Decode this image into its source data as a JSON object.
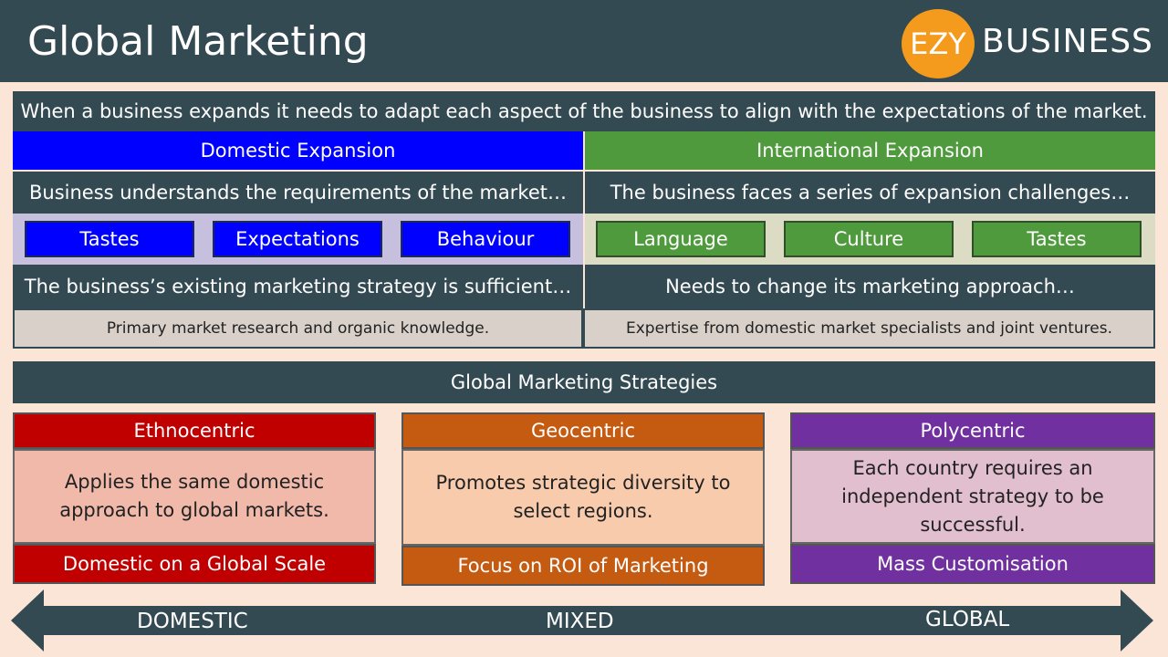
{
  "header": {
    "title": "Global Marketing",
    "logo_badge": "EZY",
    "logo_text": "BUSINESS"
  },
  "intro": "When a business expands it needs to adapt each aspect of the business to align with the expectations of the market.",
  "domestic": {
    "heading": "Domestic Expansion",
    "subtitle": "Business understands the requirements of the market…",
    "chips": [
      "Tastes",
      "Expectations",
      "Behaviour"
    ],
    "strategy": "The business’s existing marketing strategy is sufficient…",
    "research": "Primary market research and organic knowledge."
  },
  "international": {
    "heading": "International Expansion",
    "subtitle": "The business faces a series of expansion challenges…",
    "chips": [
      "Language",
      "Culture",
      "Tastes"
    ],
    "strategy": "Needs to change its marketing approach…",
    "research": "Expertise from domestic market specialists and joint ventures."
  },
  "strategies_title": "Global Marketing Strategies",
  "strategies": [
    {
      "name": "Ethnocentric",
      "description": "Applies the same domestic approach to global markets.",
      "footer": "Domestic on a Global Scale"
    },
    {
      "name": "Geocentric",
      "description": "Promotes strategic diversity to select regions.",
      "footer": "Focus on ROI of Marketing"
    },
    {
      "name": "Polycentric",
      "description": "Each country requires an independent strategy to be successful.",
      "footer": "Mass Customisation"
    }
  ],
  "scale": {
    "left": "DOMESTIC",
    "middle": "MIXED",
    "right": "GLOBAL"
  },
  "colors": {
    "dark_slate": "#344a53",
    "domestic_blue": "#0000ff",
    "international_green": "#4e9a3d",
    "logo_orange": "#f49a1c",
    "ethnocentric_red": "#c00000",
    "geocentric_orange": "#c55a11",
    "polycentric_purple": "#7030a0",
    "background": "#fbe5d6"
  }
}
